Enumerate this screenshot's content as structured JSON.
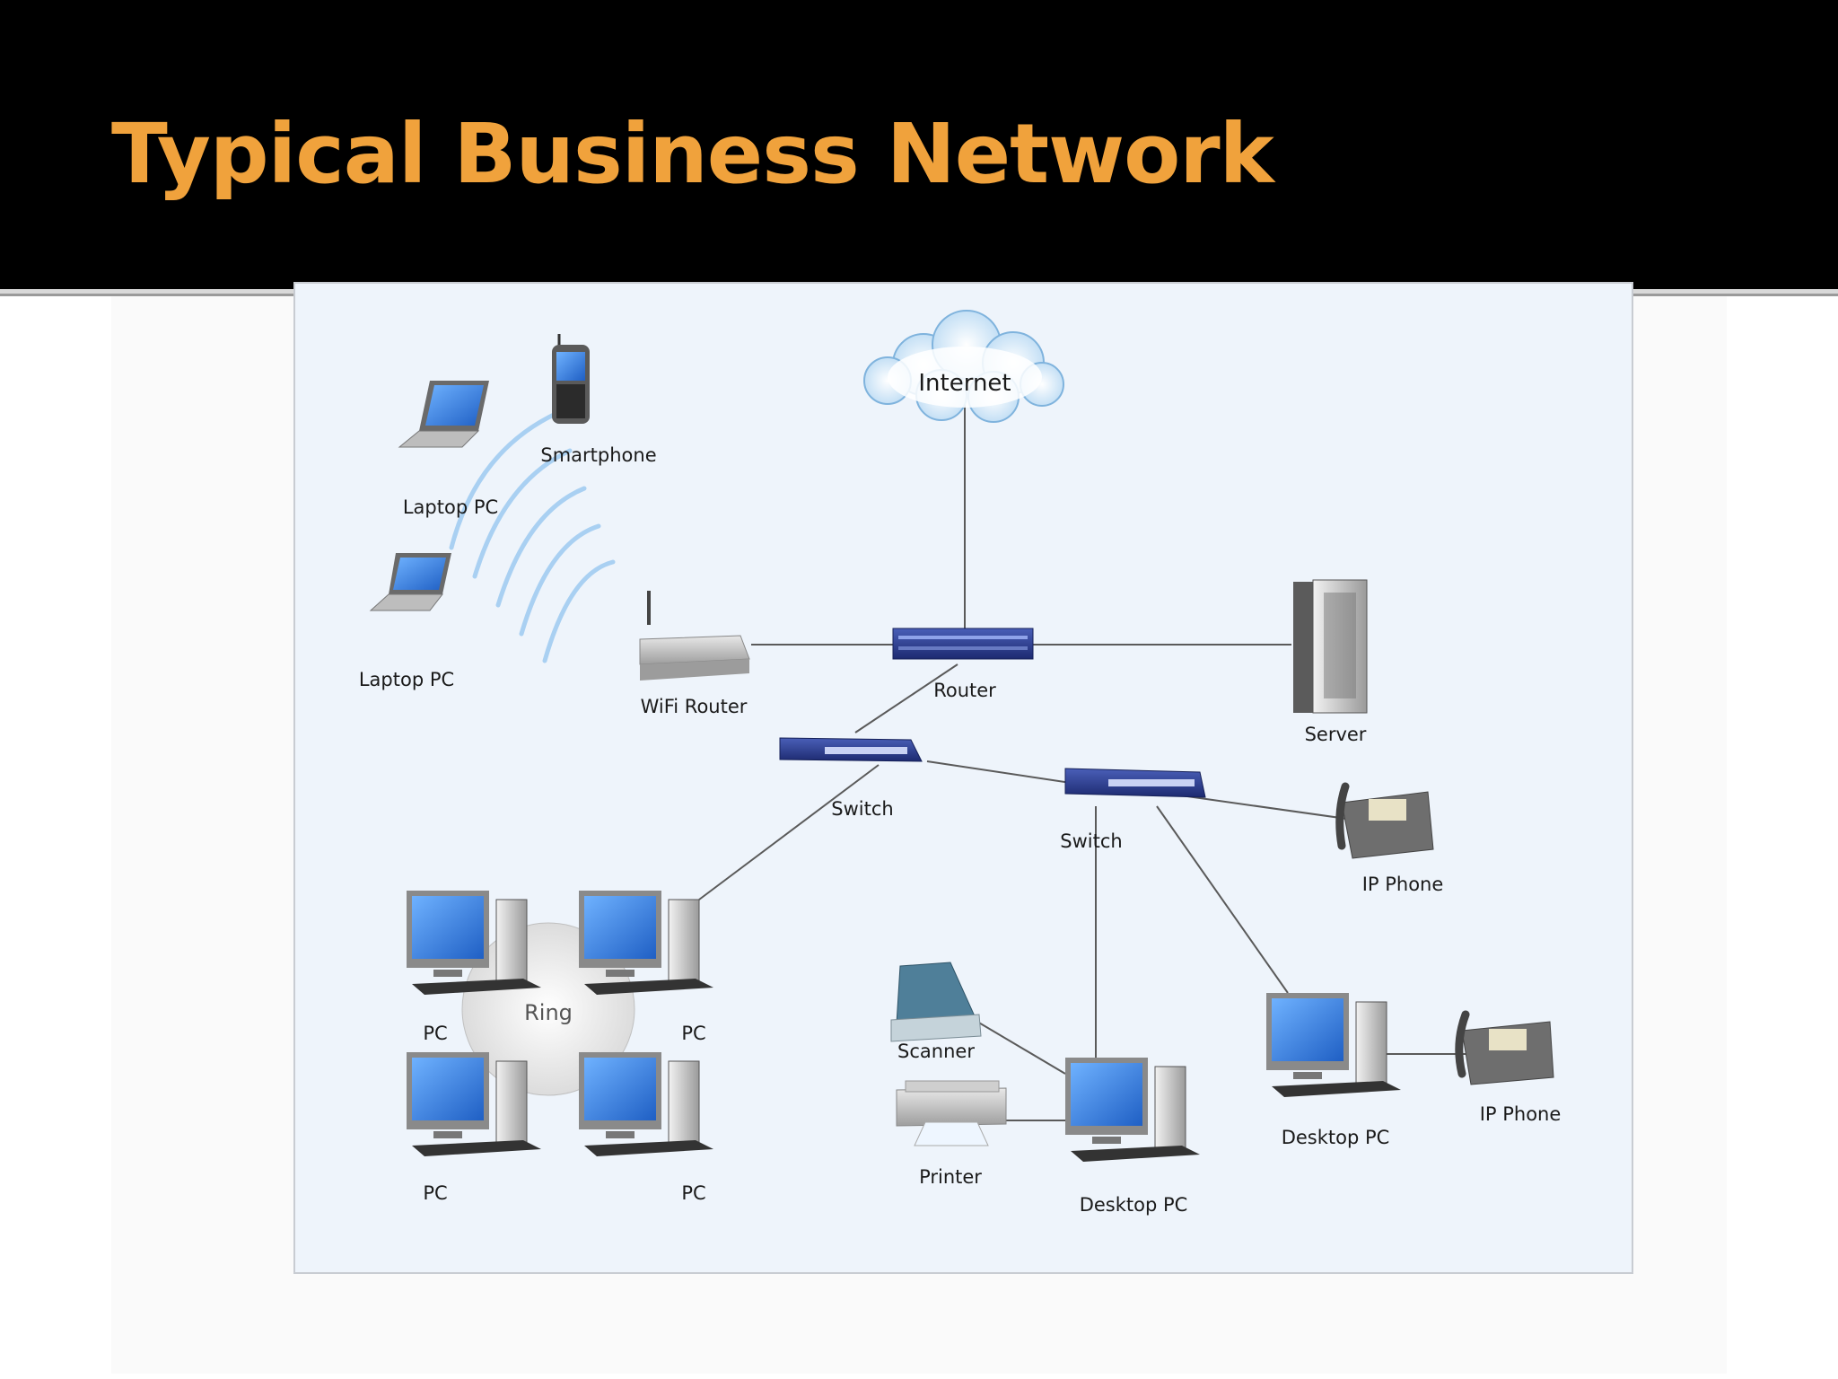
{
  "slide": {
    "title": "Typical Business Network"
  },
  "diagram": {
    "nodes": {
      "internet": "Internet",
      "smartphone": "Smartphone",
      "laptop1": "Laptop PC",
      "laptop2": "Laptop PC",
      "wifi_router": "WiFi Router",
      "router": "Router",
      "server": "Server",
      "switch1": "Switch",
      "switch2": "Switch",
      "ip_phone1": "IP Phone",
      "ring": "Ring",
      "pc1": "PC",
      "pc2": "PC",
      "pc3": "PC",
      "pc4": "PC",
      "scanner": "Scanner",
      "printer": "Printer",
      "desktop1": "Desktop PC",
      "desktop2": "Desktop PC",
      "ip_phone2": "IP Phone"
    },
    "colors": {
      "title": "#f0a23c",
      "diagram_bg": "#eef4fb",
      "link": "#5a5a5a",
      "device_blue": "#2a3c8c",
      "screen_blue": "#3d7fd6"
    }
  }
}
